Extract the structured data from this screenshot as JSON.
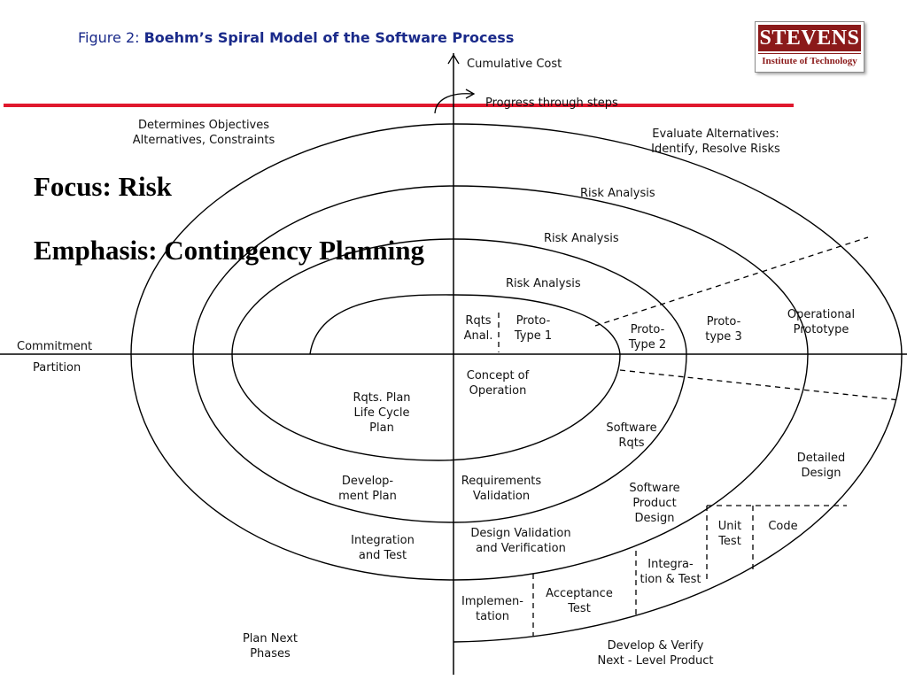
{
  "title": {
    "prefix": "Figure 2:",
    "main": "Boehm’s Spiral Model of the Software Process"
  },
  "logo": {
    "name": "STEVENS",
    "subtitle": "Institute of Technology",
    "color": "#8b1a1a"
  },
  "accent_color": "#e0182d",
  "headline": {
    "focus": "Focus: Risk",
    "emphasis": "Emphasis: Contingency Planning"
  },
  "axes": {
    "cumulative_cost": "Cumulative Cost",
    "progress": "Progress through steps",
    "commitment": "Commitment",
    "partition": "Partition"
  },
  "quadrants": {
    "top_left": [
      "Determines Objectives",
      "Alternatives, Constraints"
    ],
    "top_right": [
      "Evaluate Alternatives:",
      "Identify, Resolve Risks"
    ],
    "bottom_left": [
      "Plan Next",
      "Phases"
    ],
    "bottom_right": [
      "Develop & Verify",
      "Next - Level Product"
    ]
  },
  "labels": {
    "risk_analysis_1": "Risk  Analysis",
    "risk_analysis_2": "Risk Analysis",
    "risk_analysis_3": "Risk Analysis",
    "rqts_anal": [
      "Rqts",
      "Anal."
    ],
    "prototype_1": [
      "Proto-",
      "Type 1"
    ],
    "prototype_2": [
      "Proto-",
      "Type 2"
    ],
    "prototype_3": [
      "Proto-",
      "type 3"
    ],
    "operational_prototype": [
      "Operational",
      "Prototype"
    ],
    "concept_of_operation": [
      "Concept of",
      "Operation"
    ],
    "rqts_plan": [
      "Rqts. Plan",
      "Life Cycle",
      "Plan"
    ],
    "software_rqts": [
      "Software",
      "Rqts"
    ],
    "detailed_design": [
      "Detailed",
      "Design"
    ],
    "development_plan": [
      "Develop-",
      "ment Plan"
    ],
    "requirements_validation": [
      "Requirements",
      "Validation"
    ],
    "software_product_design": [
      "Software",
      "Product",
      "Design"
    ],
    "unit_test": [
      "Unit",
      "Test"
    ],
    "code": "Code",
    "integration_and_test": [
      "Integration",
      "and Test"
    ],
    "design_validation": [
      "Design Validation",
      "and Verification"
    ],
    "integration_test": [
      "Integra-",
      "tion & Test"
    ],
    "acceptance_test": [
      "Acceptance",
      "Test"
    ],
    "implementation": [
      "Implemen-",
      "tation"
    ]
  }
}
